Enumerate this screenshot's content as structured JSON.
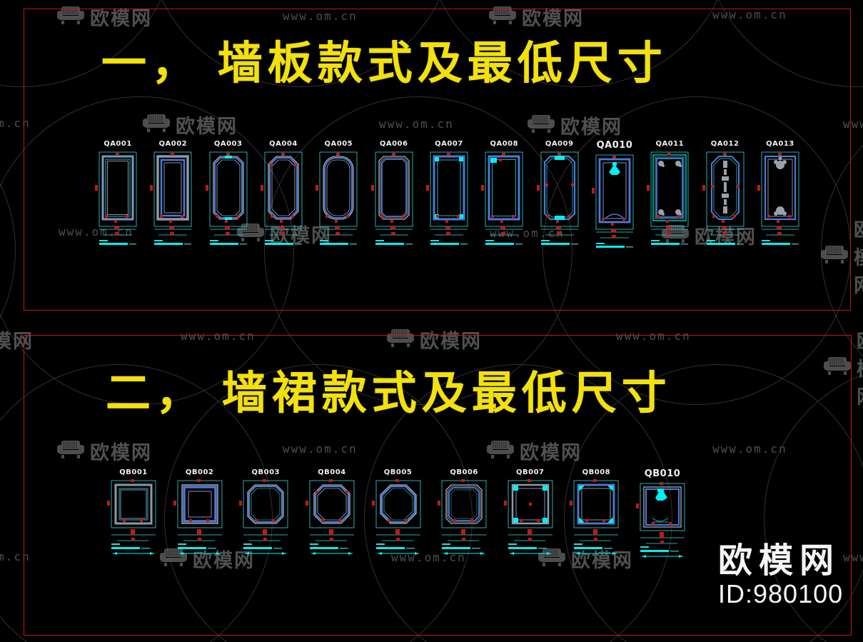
{
  "watermark": {
    "brand": "欧模网",
    "url": "www.om.cn"
  },
  "logo": {
    "brand": "欧模网",
    "id": "ID:980100"
  },
  "colors": {
    "background": "#000000",
    "section_border_red": "#c01820",
    "title_yellow": "#f2e10c",
    "dim_line_cyan": "#35d8d8",
    "accent_cyan": "#00f0f0",
    "frame_blue": "#4b79d8",
    "frame_steel": "#7d96c0",
    "ornament_gray": "#98a0a8",
    "marker_red": "#c21818",
    "watermark_gray": "#575757",
    "logo_white": "#f5f5f5"
  },
  "sections": [
    {
      "title": "一， 墙板款式及最低尺寸",
      "panels": [
        {
          "id": "QA001",
          "variant": "rect"
        },
        {
          "id": "QA002",
          "variant": "rect2"
        },
        {
          "id": "QA003",
          "variant": "octagon"
        },
        {
          "id": "QA004",
          "variant": "octnotch"
        },
        {
          "id": "QA005",
          "variant": "arch"
        },
        {
          "id": "QA006",
          "variant": "chamfer"
        },
        {
          "id": "QA007",
          "variant": "corners"
        },
        {
          "id": "QA008",
          "variant": "rectL"
        },
        {
          "id": "QA009",
          "variant": "deco"
        },
        {
          "id": "QA010",
          "variant": "crown"
        },
        {
          "id": "QA011",
          "variant": "ornate"
        },
        {
          "id": "QA012",
          "variant": "column"
        },
        {
          "id": "QA013",
          "variant": "floral"
        }
      ]
    },
    {
      "title": "二， 墙裙款式及最低尺寸",
      "panels": [
        {
          "id": "QB001",
          "variant": "sq1"
        },
        {
          "id": "QB002",
          "variant": "sq2"
        },
        {
          "id": "QB003",
          "variant": "oct"
        },
        {
          "id": "QB004",
          "variant": "octnotch"
        },
        {
          "id": "QB005",
          "variant": "archoct"
        },
        {
          "id": "QB006",
          "variant": "chamfer"
        },
        {
          "id": "QB007",
          "variant": "corners"
        },
        {
          "id": "QB008",
          "variant": "corners2"
        },
        {
          "id": "QB010",
          "variant": "crown"
        }
      ]
    }
  ]
}
